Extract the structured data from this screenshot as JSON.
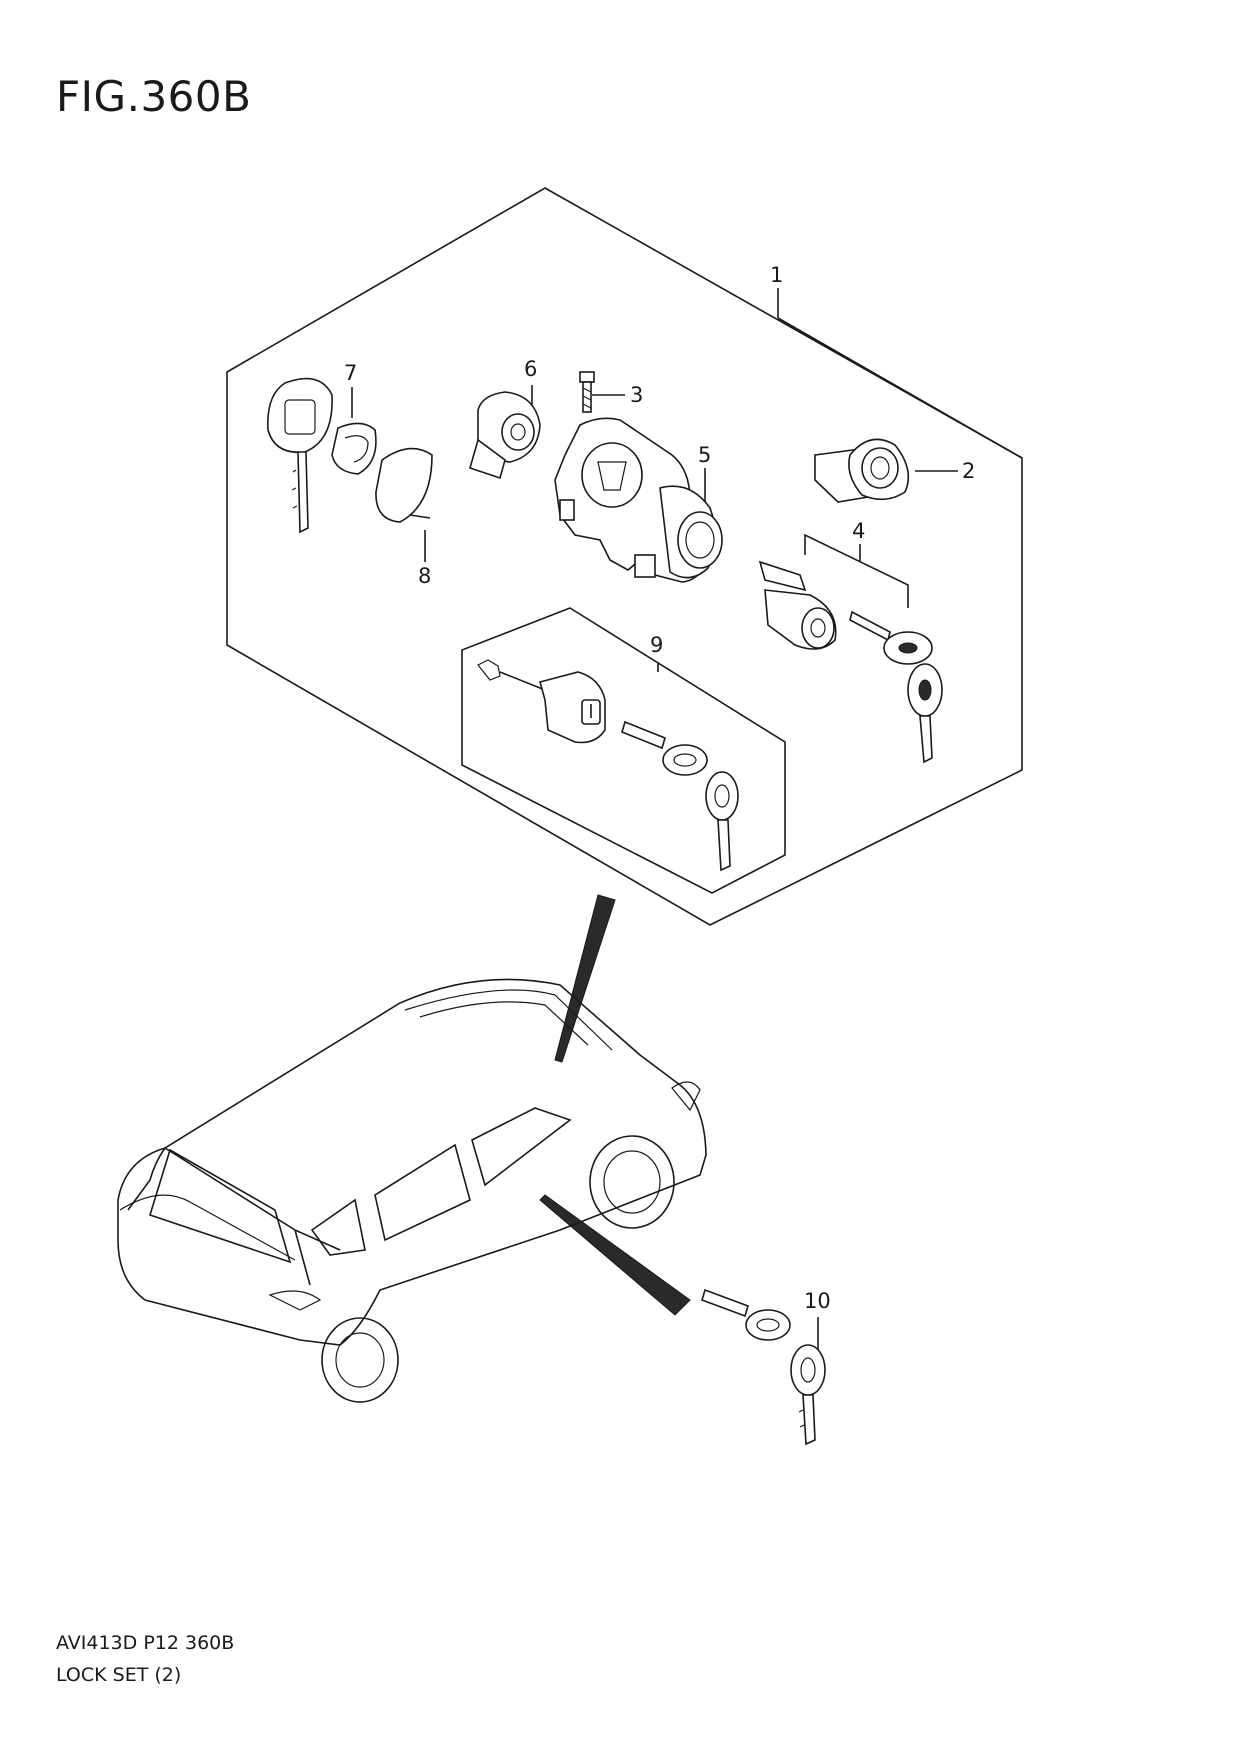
{
  "figure": {
    "title": "FIG.360B"
  },
  "footer": {
    "code": "AVI413D P12 360B",
    "name": "LOCK SET (2)"
  },
  "callouts": [
    {
      "id": "1",
      "label": "1"
    },
    {
      "id": "2",
      "label": "2"
    },
    {
      "id": "3",
      "label": "3"
    },
    {
      "id": "4",
      "label": "4"
    },
    {
      "id": "5",
      "label": "5"
    },
    {
      "id": "6",
      "label": "6"
    },
    {
      "id": "7",
      "label": "7"
    },
    {
      "id": "8",
      "label": "8"
    },
    {
      "id": "9",
      "label": "9"
    },
    {
      "id": "10",
      "label": "10"
    }
  ]
}
